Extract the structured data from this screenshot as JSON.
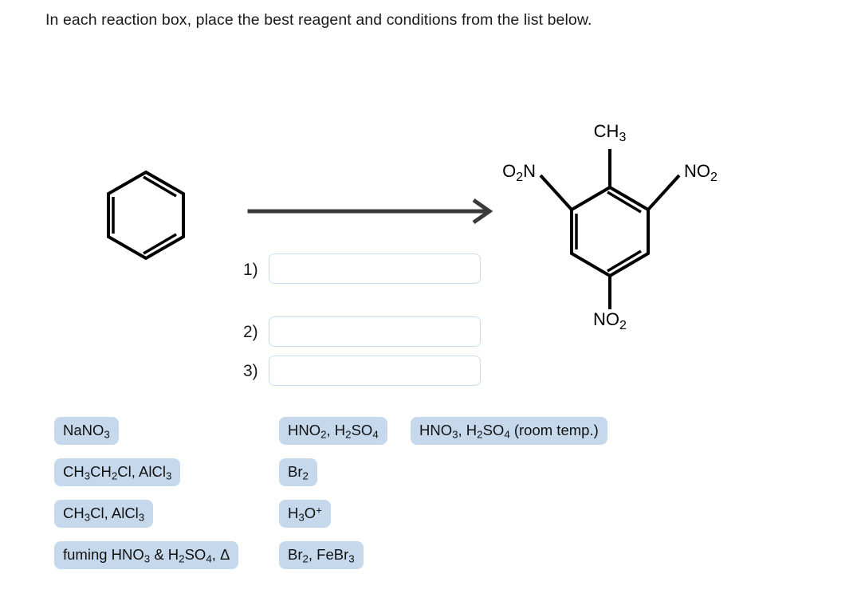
{
  "prompt": "In each reaction box, place the best reagent and conditions from the list below.",
  "scheme": {
    "reactant": {
      "name": "benzene",
      "label": ""
    },
    "arrow": {
      "name": "reaction-arrow",
      "color": "#3a3a3a"
    },
    "product": {
      "name": "2,4,6-trinitrotoluene",
      "substituents": {
        "top": "CH3",
        "upper_left": "O2N",
        "upper_right": "NO2",
        "bottom": "NO2"
      }
    },
    "slots": [
      {
        "number": "1)",
        "value": "",
        "placeholder": ""
      },
      {
        "number": "2)",
        "value": "",
        "placeholder": ""
      },
      {
        "number": "3)",
        "value": "",
        "placeholder": ""
      }
    ]
  },
  "reagents": {
    "chip_color": "#c6d9ec",
    "items": [
      {
        "id": "nano3",
        "text": "NaNO3",
        "column": 1,
        "row": 1
      },
      {
        "id": "ch3ch2cl-alcl3",
        "text": "CH3CH2Cl, AlCl3",
        "column": 1,
        "row": 2
      },
      {
        "id": "ch3cl-alcl3",
        "text": "CH3Cl, AlCl3",
        "column": 1,
        "row": 3
      },
      {
        "id": "fuming-hno3-h2so4",
        "text": "fuming HNO3 & H2SO4, Δ",
        "column": 1,
        "row": 4
      },
      {
        "id": "hno2-h2so4",
        "text": "HNO2, H2SO4",
        "column": 2,
        "row": 1
      },
      {
        "id": "br2",
        "text": "Br2",
        "column": 2,
        "row": 2
      },
      {
        "id": "h3o-plus",
        "text": "H3O+",
        "column": 2,
        "row": 3
      },
      {
        "id": "br2-febr3",
        "text": "Br2, FeBr3",
        "column": 2,
        "row": 4
      },
      {
        "id": "hno3-h2so4-rt",
        "text": "HNO3, H2SO4 (room temp.)",
        "column": 3,
        "row": 1
      }
    ]
  }
}
